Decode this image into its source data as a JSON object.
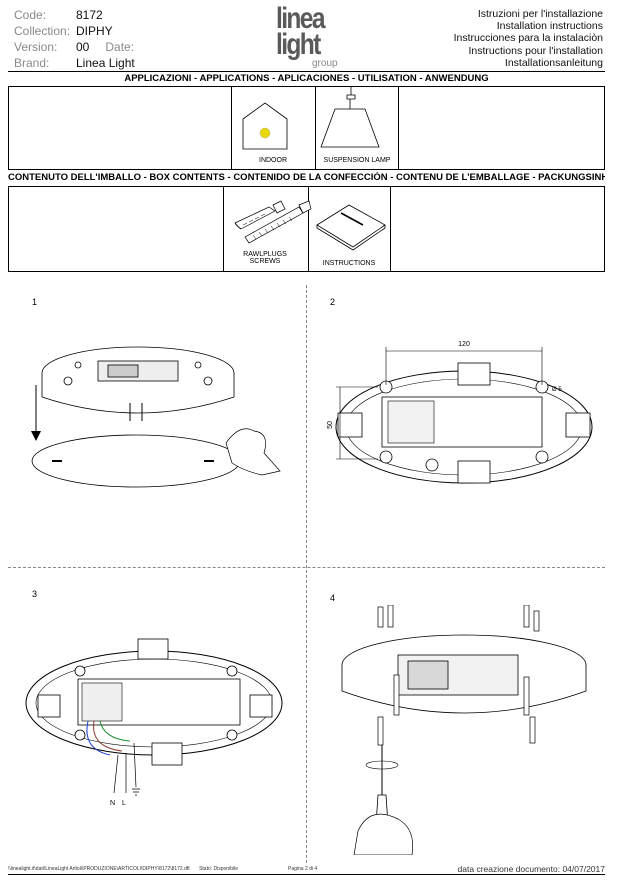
{
  "meta": {
    "code_label": "Code:",
    "code": "8172",
    "collection_label": "Collection:",
    "collection": "DIPHY",
    "version_label": "Version:",
    "version": "00",
    "date_label": "Date:",
    "brand_label": "Brand:",
    "brand": "Linea Light"
  },
  "logo": {
    "line1": "linea",
    "line2": "light",
    "line3": "group"
  },
  "instructions": [
    "Istruzioni per l'installazione",
    "Installation instructions",
    "Instrucciones para la instalaciòn",
    "Instructions pour l'installation",
    "Installationsanleitung"
  ],
  "applications": {
    "title": "APPLICAZIONI - APPLICATIONS - APLICACIONES - UTILISATION - ANWENDUNG",
    "indoor": "INDOOR",
    "suspension": "SUSPENSION LAMP"
  },
  "contents": {
    "title": "CONTENUTO DELL'IMBALLO - BOX CONTENTS - CONTENIDO DE LA CONFECCIÓN - CONTENU DE L'EMBALLAGE - PACKUNGSINHALT",
    "rawlplugs": "RAWLPLUGS",
    "screws": "SCREWS",
    "instructions": "INSTRUCTIONS"
  },
  "steps": {
    "s1": "1",
    "s2": "2",
    "s3": "3",
    "s4": "4",
    "dim_width": "120",
    "dim_height": "50",
    "dim_hole": "Ø 5",
    "wire_n": "N",
    "wire_l": "L"
  },
  "footer": {
    "path": "\\\\linealight.it\\dati\\LineaLight Artioli\\PRODUZIONE\\ARTICOLI\\DIPHY\\8172\\8172.dft",
    "status": "Stato: Disponibile",
    "page": "Pagina 2 di 4",
    "date": "data creazione documento: 04/07/2017"
  }
}
